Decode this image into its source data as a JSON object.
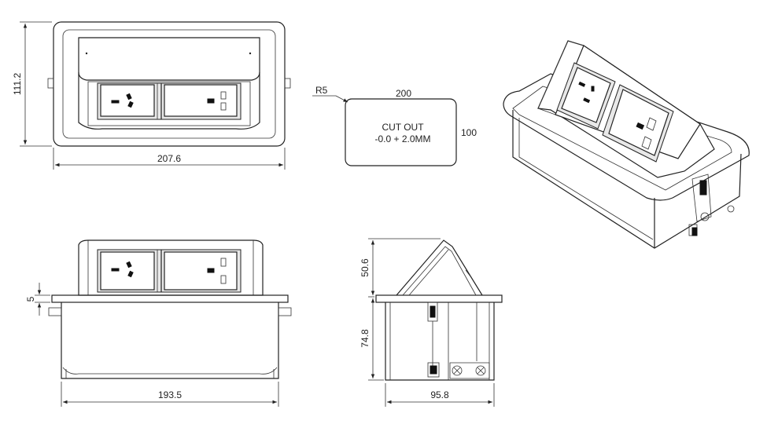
{
  "dimensions": {
    "front_height": "111.2",
    "front_width": "207.6",
    "cutout_radius": "R5",
    "cutout_width": "200",
    "cutout_height": "100",
    "cutout_title": "CUT OUT",
    "cutout_tolerance": "-0.0 + 2.0MM",
    "side_flange": "5",
    "side_width": "193.5",
    "end_upper_height": "50.6",
    "end_lower_height": "74.8",
    "end_width": "95.8"
  }
}
